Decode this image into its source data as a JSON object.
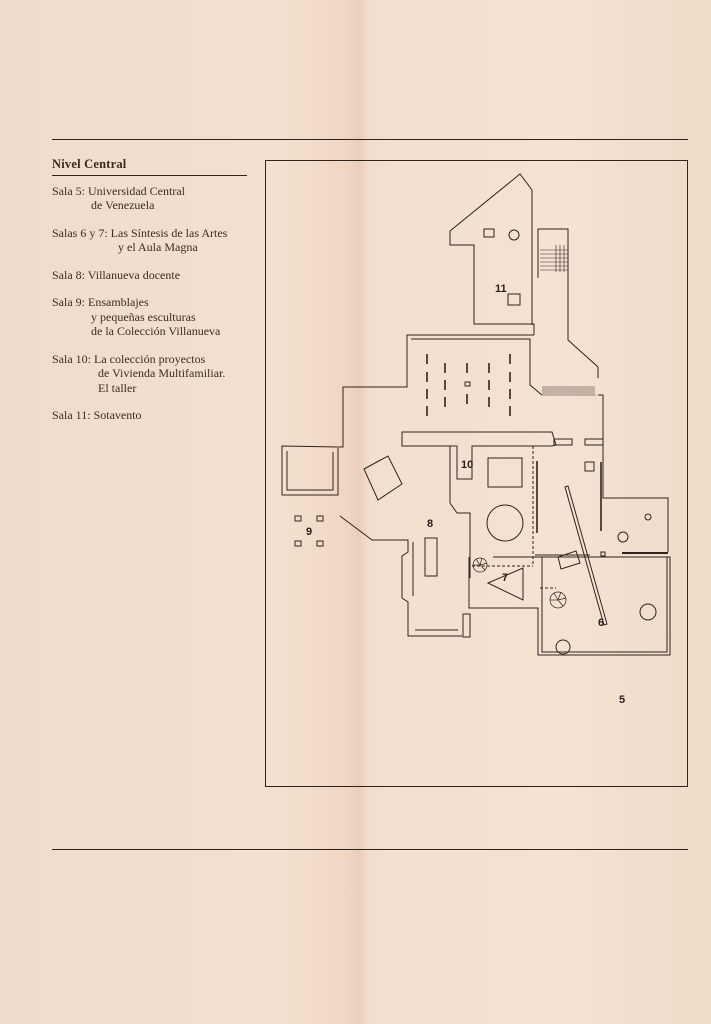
{
  "legend": {
    "title": "Nivel Central",
    "entries": [
      {
        "label": "Sala 5:",
        "lines": [
          "Universidad Central",
          "de Venezuela"
        ]
      },
      {
        "label": "Salas 6 y 7:",
        "lines": [
          "Las Síntesis de las Artes",
          "y el Aula Magna"
        ]
      },
      {
        "label": "Sala 8:",
        "lines": [
          "Villanueva docente"
        ]
      },
      {
        "label": "Sala 9:",
        "lines": [
          "Ensamblajes",
          "y pequeñas esculturas",
          "de la Colección Villanueva"
        ]
      },
      {
        "label": "Sala 10:",
        "lines": [
          "La colección proyectos",
          "de Vivienda Multifamiliar.",
          "El taller"
        ]
      },
      {
        "label": "Sala 11:",
        "lines": [
          "Sotavento"
        ]
      }
    ]
  },
  "plan": {
    "room_numbers": {
      "r5": "5",
      "r6": "6",
      "r7": "7",
      "r8": "8",
      "r9": "9",
      "r10": "10",
      "r11": "11"
    }
  }
}
